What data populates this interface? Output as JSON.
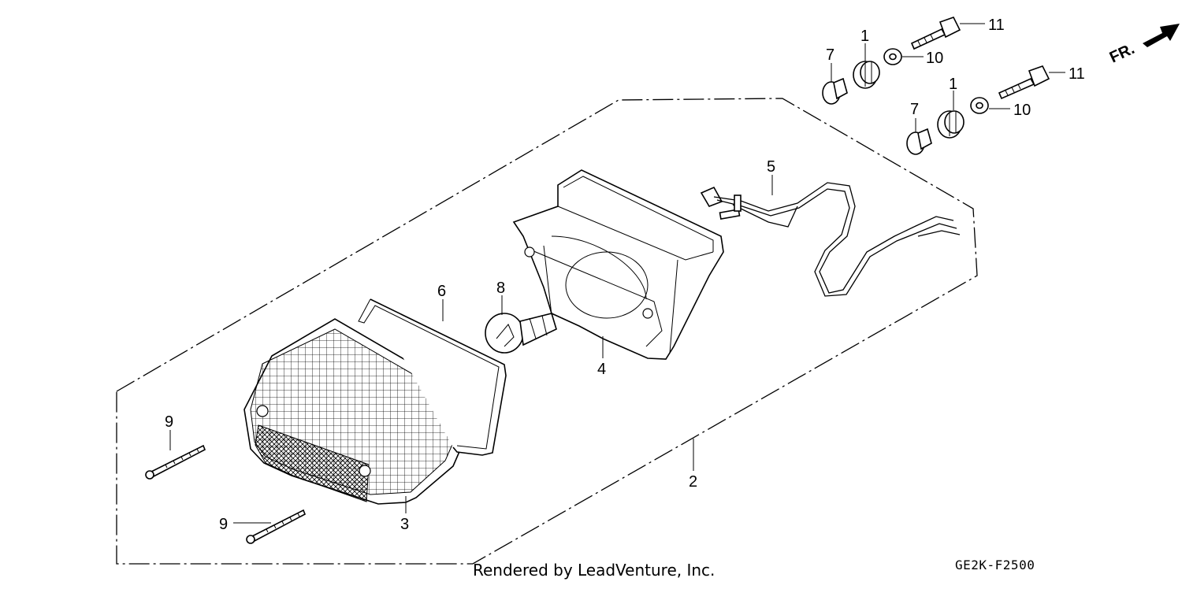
{
  "labels": {
    "p1a": "1",
    "p1b": "1",
    "p2": "2",
    "p3": "3",
    "p4": "4",
    "p5": "5",
    "p6": "6",
    "p7a": "7",
    "p7b": "7",
    "p8": "8",
    "p9a": "9",
    "p9b": "9",
    "p10a": "10",
    "p10b": "10",
    "p11a": "11",
    "p11b": "11"
  },
  "direction_marker": "FR.",
  "credit": "Rendered by LeadVenture, Inc.",
  "diagram_code": "GE2K-F2500"
}
